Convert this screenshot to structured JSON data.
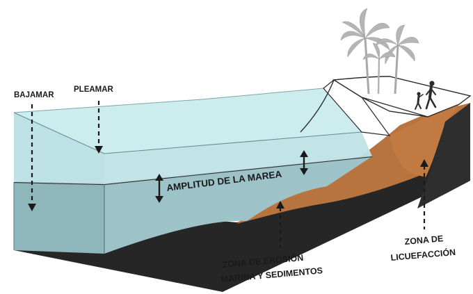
{
  "labels": {
    "bajamar": "BAJAMAR",
    "pleamar": "PLEAMAR",
    "amplitud": "AMPLITUD DE LA MAREA",
    "erosion_line1": "ZONA DE EROSIÓN",
    "erosion_line2": "MARINA Y SEDIMENTOS",
    "licuefaccion_line1": "ZONA DE",
    "licuefaccion_line2": "LICUEFACCIÓN"
  },
  "colors": {
    "high_tide_water": "#c6e7ea",
    "low_tide_water": "#9dc3c8",
    "water_edge": "#2b2b2b",
    "sediment": "#b8743f",
    "bedrock": "#262626",
    "beach_top": "#ffffff",
    "palm": "#b5b5b5",
    "label_text": "#1a1a1a"
  },
  "icons": {
    "palm_trees": "palm-tree-icon",
    "people": "walking-person-icon"
  }
}
